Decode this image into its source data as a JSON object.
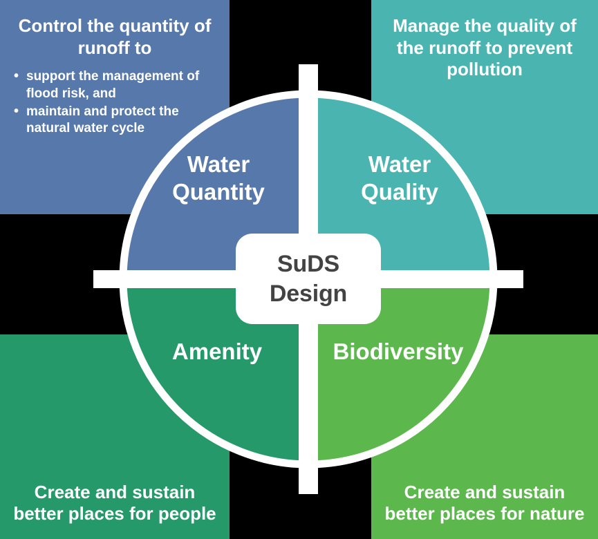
{
  "diagram": {
    "title": "SuDS Design",
    "center": {
      "line1": "SuDS",
      "line2": "Design"
    },
    "quadrants": [
      {
        "key": "water-quantity",
        "label_line1": "Water",
        "label_line2": "Quantity",
        "color": "#5678AB",
        "position": "top-left",
        "panel_heading": "Control the quantity of runoff to",
        "panel_bullets": [
          "support the management of flood risk, and",
          "maintain and protect the natural water cycle"
        ]
      },
      {
        "key": "water-quality",
        "label_line1": "Water",
        "label_line2": "Quality",
        "color": "#4AB5B0",
        "position": "top-right",
        "panel_heading": "Manage the quality of the runoff to prevent pollution",
        "panel_bullets": []
      },
      {
        "key": "amenity",
        "label_line1": "Amenity",
        "label_line2": "",
        "color": "#26996B",
        "position": "bottom-left",
        "panel_heading": "Create and sustain better places for people",
        "panel_bullets": []
      },
      {
        "key": "biodiversity",
        "label_line1": "Biodiversity",
        "label_line2": "",
        "color": "#5CB84C",
        "position": "bottom-right",
        "panel_heading": "Create and sustain better places for nature",
        "panel_bullets": []
      }
    ],
    "colors": {
      "background": "#000000",
      "divider": "#FFFFFF",
      "center_text": "#434343",
      "label_text": "#FFFFFF"
    }
  }
}
